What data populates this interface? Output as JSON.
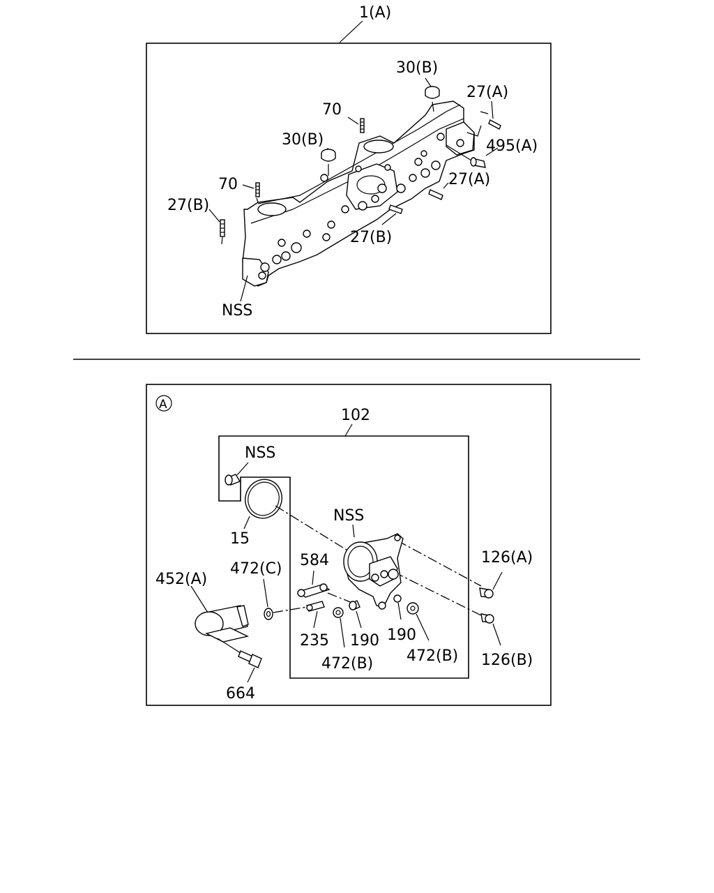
{
  "upper": {
    "frame_label": "1(A)",
    "callouts": {
      "c30b_top": "30(B)",
      "c27a_top": "27(A)",
      "c70_top": "70",
      "c30b_mid": "30(B)",
      "c495a": "495(A)",
      "c70_left": "70",
      "c27a_mid": "27(A)",
      "c27b_left": "27(B)",
      "c27b_bottom": "27(B)",
      "nss": "NSS"
    }
  },
  "lower": {
    "detail_marker": "A",
    "callouts": {
      "c102": "102",
      "nss_top": "NSS",
      "c15": "15",
      "nss_mid": "NSS",
      "c126a": "126(A)",
      "c584": "584",
      "c472c": "472(C)",
      "c452a": "452(A)",
      "c235": "235",
      "c190_left": "190",
      "c190_right": "190",
      "c472b_left": "472(B)",
      "c472b_right": "472(B)",
      "c126b": "126(B)",
      "c664": "664"
    }
  }
}
